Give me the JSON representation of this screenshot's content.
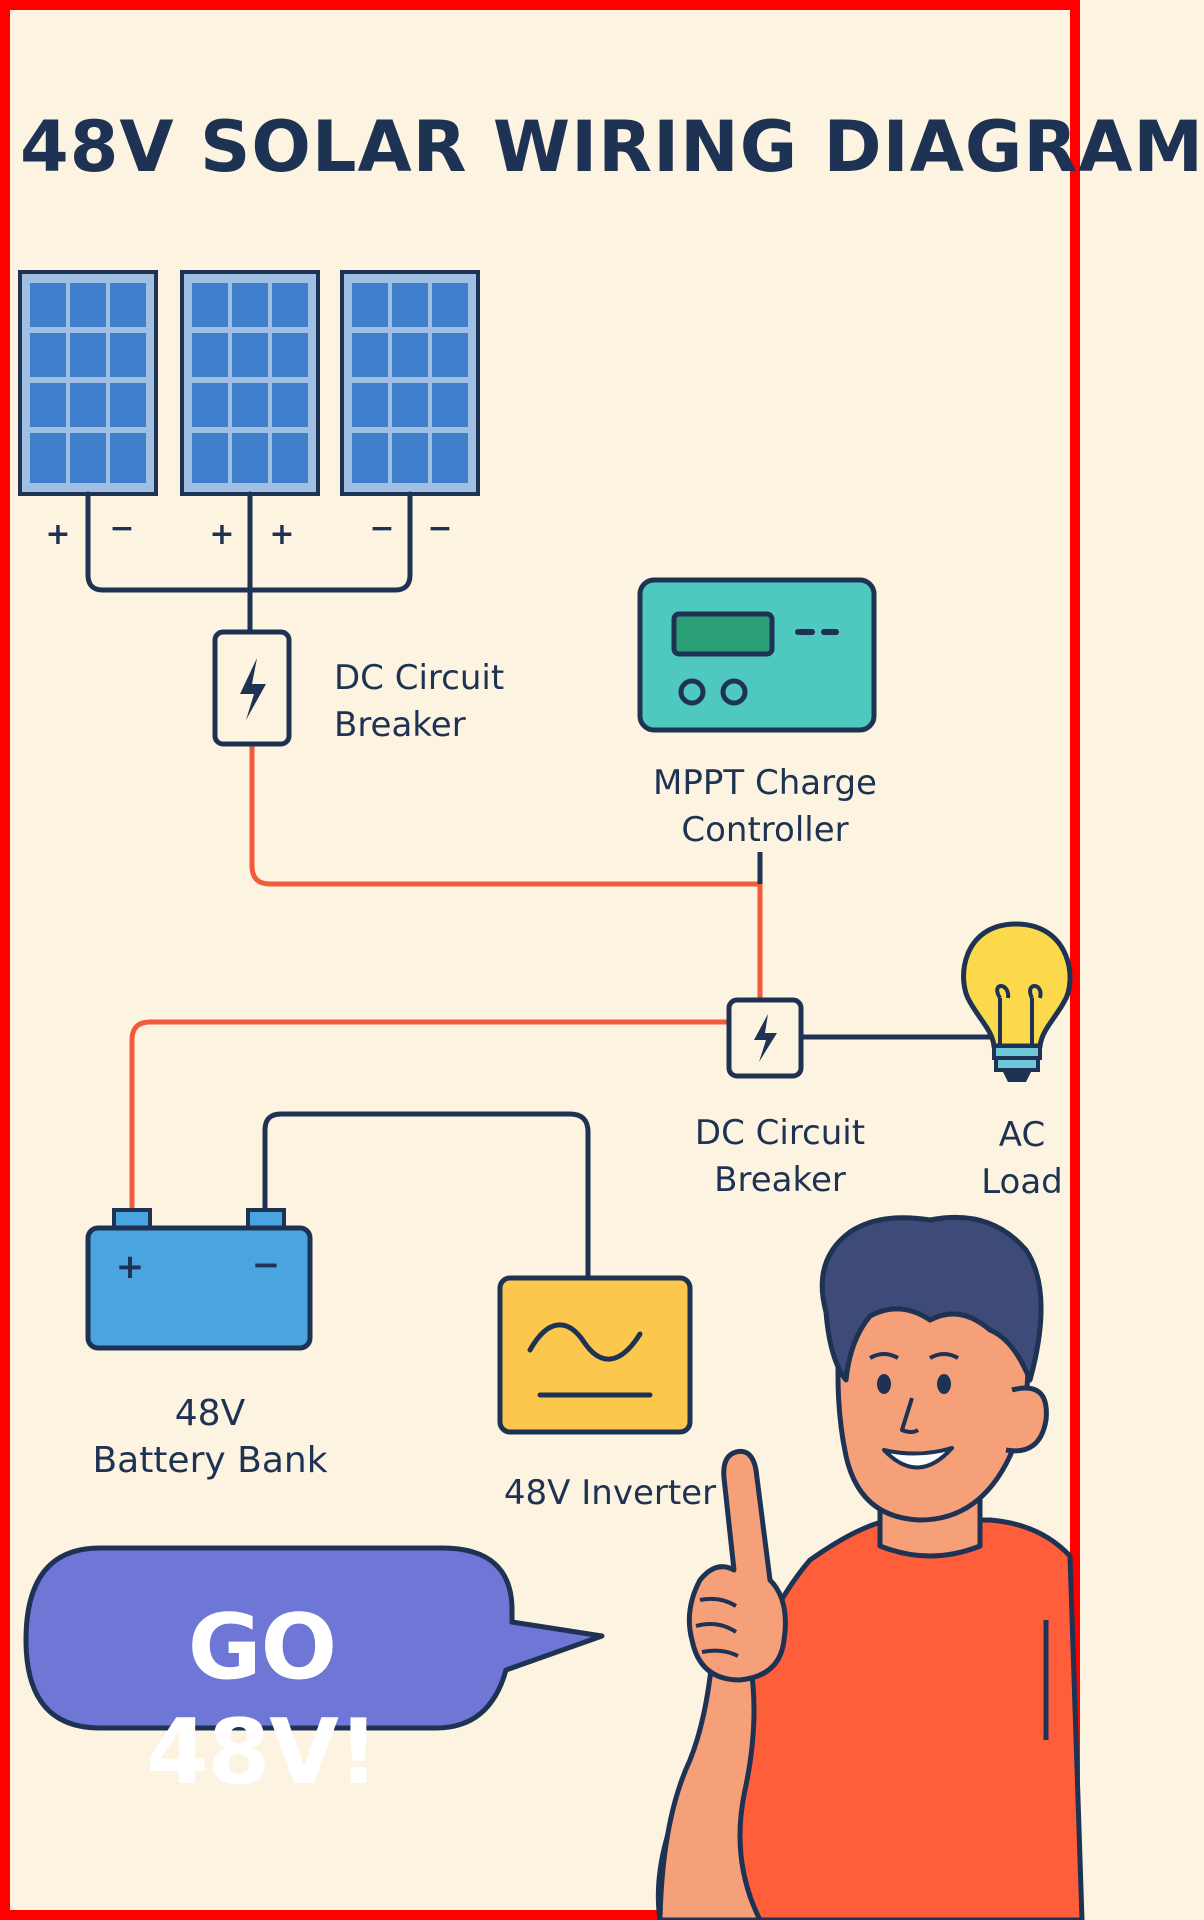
{
  "title": "48V SOLAR WIRING DIAGRAM",
  "terminals": {
    "panel1_pos": "+",
    "panel1_neg": "−",
    "panel2_pos": "+",
    "panel2_pos2": "+",
    "panel3_neg": "−",
    "panel3_neg2": "−"
  },
  "labels": {
    "dc_breaker_top_line1": "DC Circuit",
    "dc_breaker_top_line2": "Breaker",
    "mppt_line1": "MPPT Charge",
    "mppt_line2": "Controller",
    "dc_breaker_mid_line1": "DC Circuit",
    "dc_breaker_mid_line2": "Breaker",
    "ac_load_line1": "AC",
    "ac_load_line2": "Load",
    "battery_line1": "48V",
    "battery_line2": "Battery Bank",
    "inverter": "48V Inverter",
    "battery_pos": "+",
    "battery_neg": "−"
  },
  "speech_bubble": "GO 48V!",
  "colors": {
    "background": "#fdf3e1",
    "border": "#ff0000",
    "outline": "#1e3354",
    "panel_cell": "#3f7fcb",
    "positive_wire": "#f25a3a",
    "mppt_body": "#4fc9bf",
    "battery_body": "#4aa4e0",
    "inverter_body": "#fcc74d",
    "bulb": "#fcd94a",
    "bubble": "#6e76d6",
    "shirt": "#ff5e3a",
    "skin": "#f6a07a",
    "hair": "#3e4a78"
  }
}
